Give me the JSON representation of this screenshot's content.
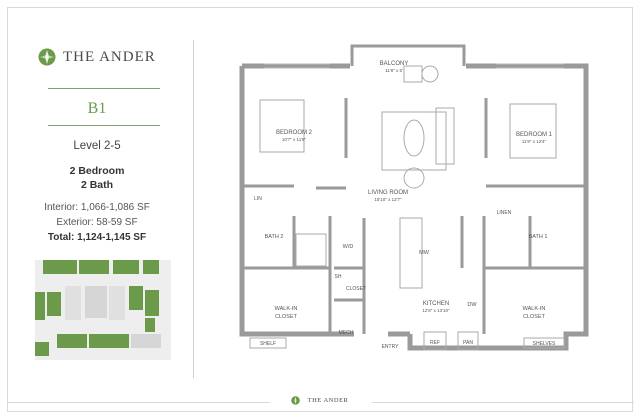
{
  "brand": {
    "name": "THE ANDER",
    "icon": "leaf-logo-icon",
    "accent_color": "#6a9a4a"
  },
  "unit": {
    "name": "B1",
    "level": "Level 2-5",
    "bedrooms": "2 Bedroom",
    "baths": "2 Bath",
    "interior": "Interior: 1,066-1,086 SF",
    "exterior": "Exterior: 58-59 SF",
    "total": "Total: 1,124-1,145 SF"
  },
  "floorplan": {
    "rooms": [
      {
        "name": "BALCONY",
        "dims": "11'8\" x 5'"
      },
      {
        "name": "BEDROOM 2",
        "dims": "10'7\" x 11'8\""
      },
      {
        "name": "BEDROOM 1",
        "dims": "11'8\" x 12'4\""
      },
      {
        "name": "LIVING ROOM",
        "dims": "15'10\" x 12'7\""
      },
      {
        "name": "KITCHEN",
        "dims": "12'8\" x 13'10\""
      }
    ],
    "labels": {
      "lin_left": "LIN",
      "linen": "LINEN",
      "bath2": "BATH 2",
      "bath1": "BATH 1",
      "wd": "W/D",
      "sh": "SH",
      "mw": "MW",
      "closet": "CLOSET",
      "dw": "DW",
      "walkin_left": "WALK-IN",
      "walkin_left2": "CLOSET",
      "walkin_right": "WALK-IN",
      "walkin_right2": "CLOSET",
      "mech": "MECH",
      "ref": "REF",
      "pan": "PAN",
      "entry": "ENTRY",
      "shelf": "SHELF",
      "shelves": "SHELVES"
    }
  },
  "footer": {
    "brand": "THE ANDER"
  }
}
